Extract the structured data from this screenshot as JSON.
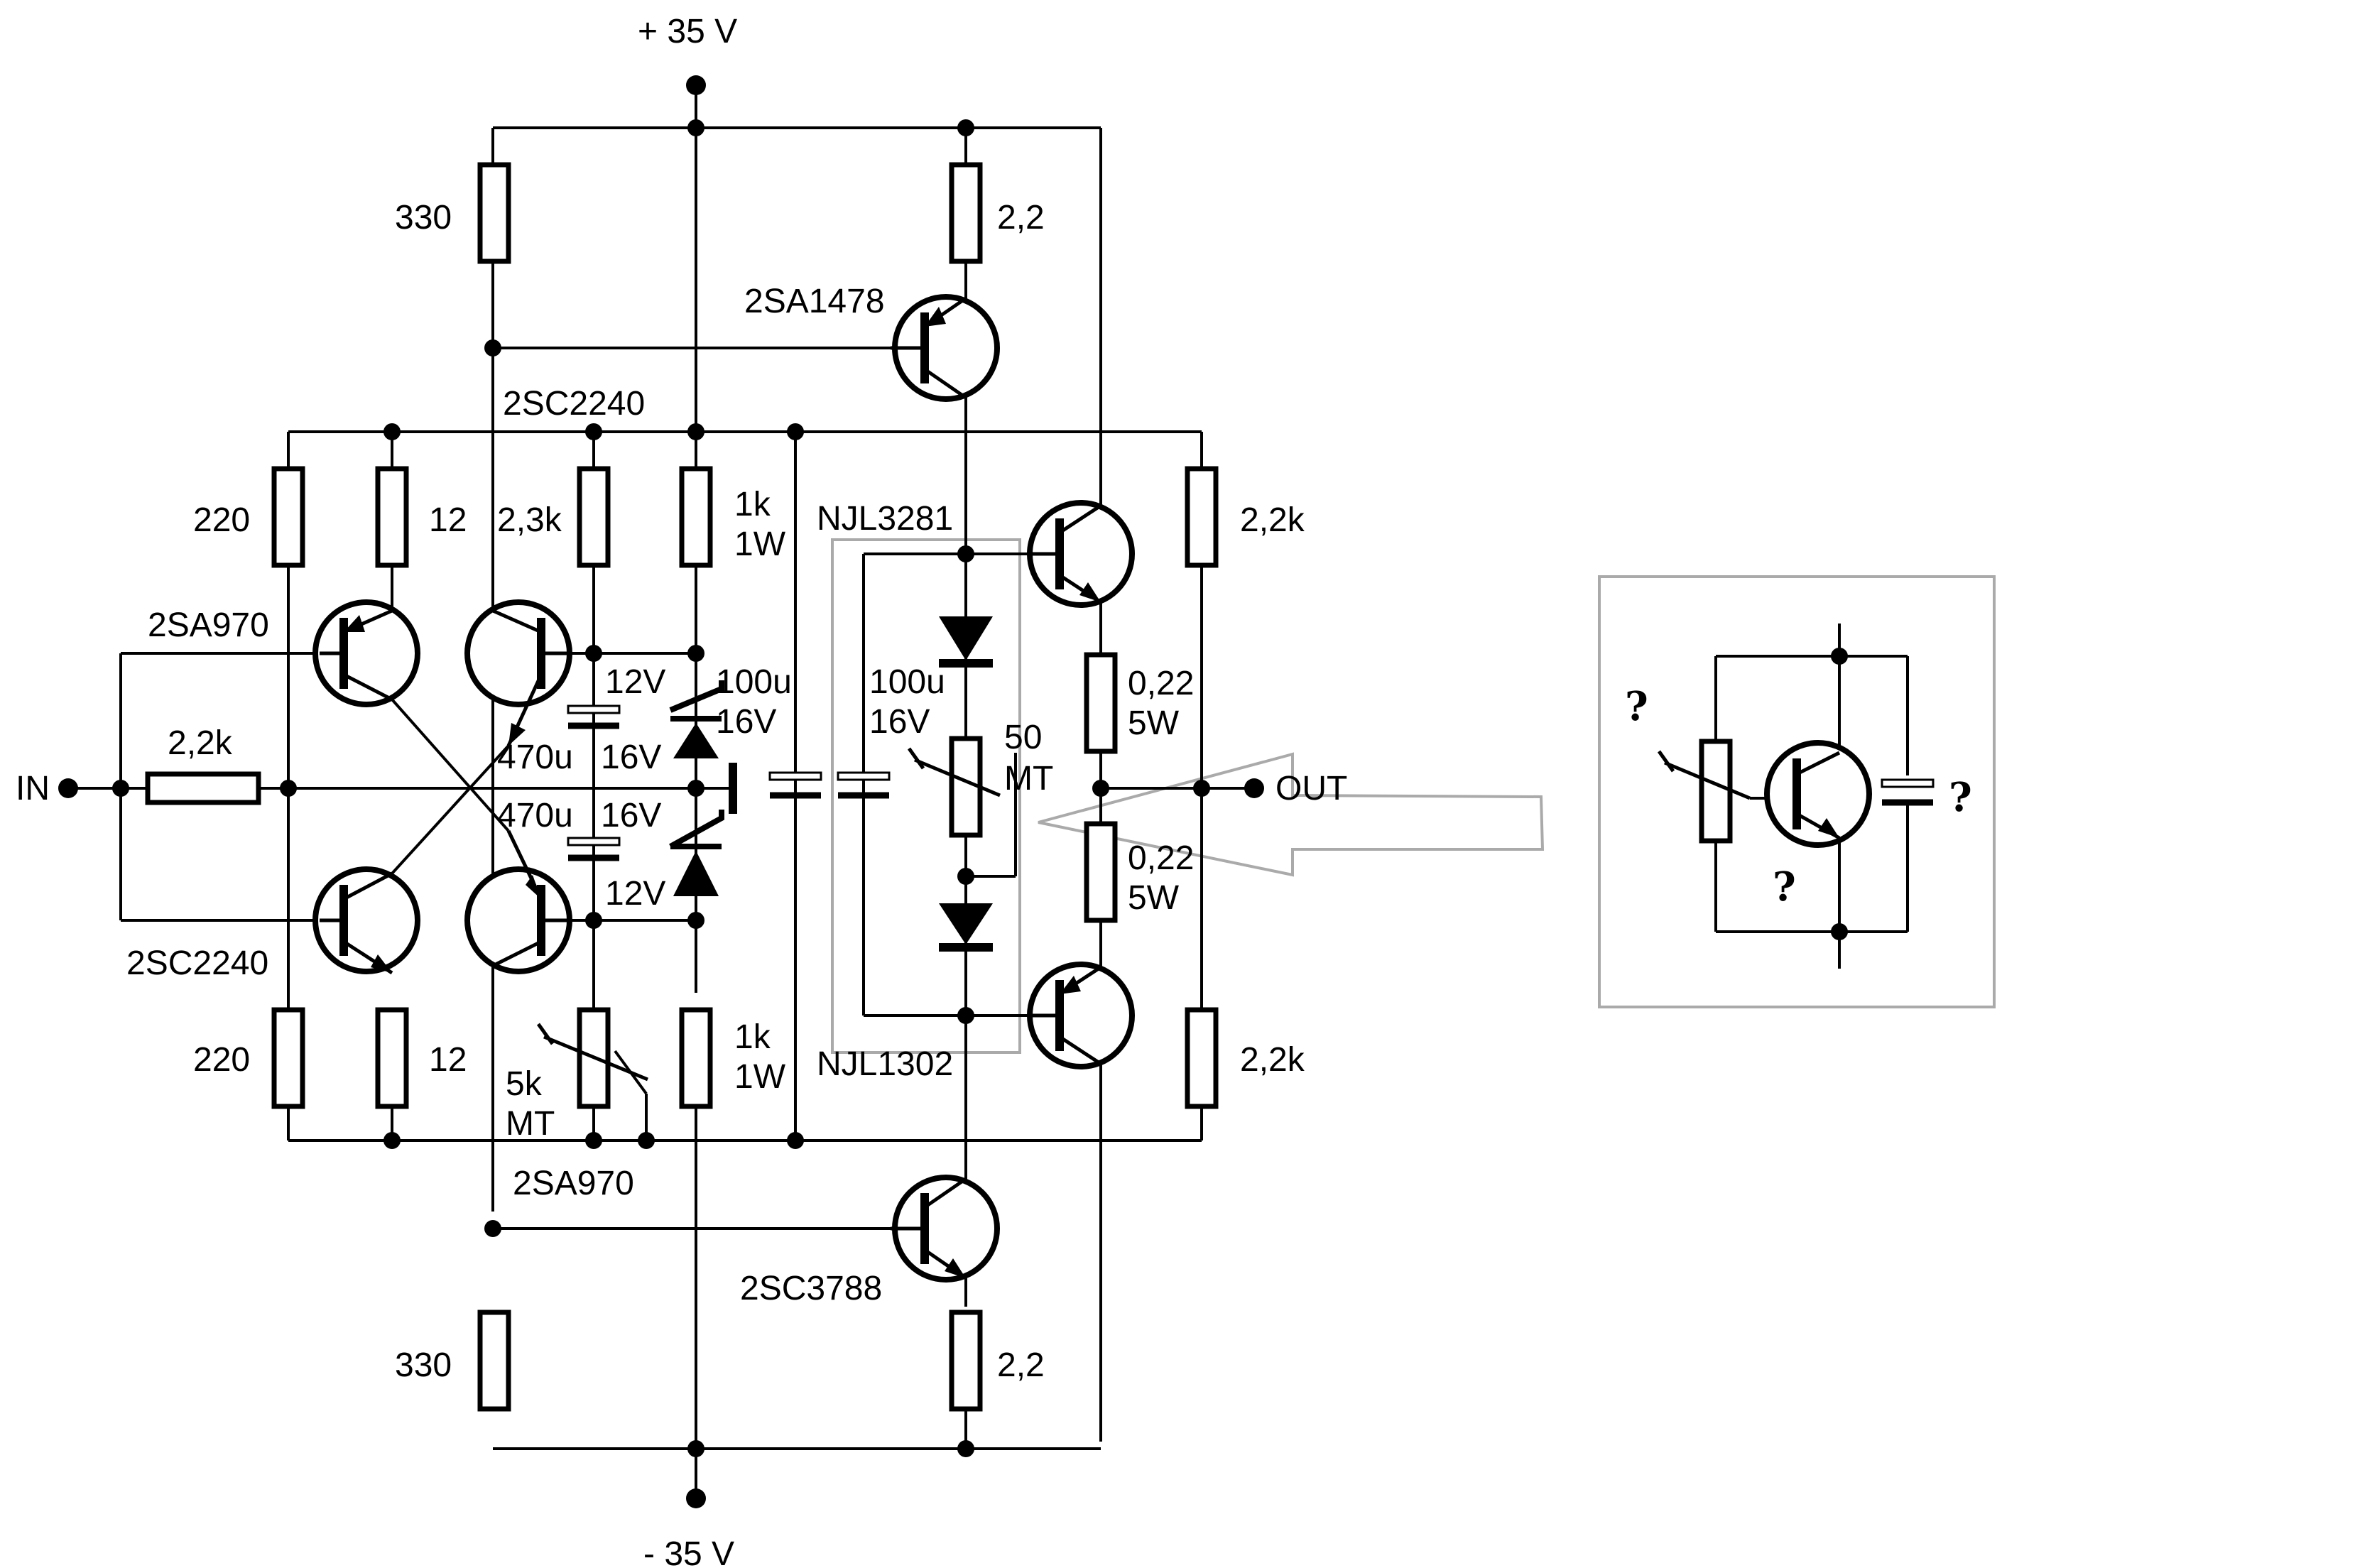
{
  "rails": {
    "positive": "+ 35 V",
    "negative": "- 35 V"
  },
  "ports": {
    "input": "IN",
    "output": "OUT"
  },
  "transistors": {
    "driver_pnp": "2SA1478",
    "driver_npn": "2SC3788",
    "out_npn": "NJL3281",
    "out_pnp": "NJL1302",
    "in_pnp_left": "2SA970",
    "in_npn_left": "2SC2240",
    "vas_npn": "2SC2240",
    "vas_pnp": "2SA970"
  },
  "resistors": {
    "r330_top": "330",
    "r330_bot": "330",
    "r22_top": "2,2",
    "r22_bot": "2,2",
    "r220_top": "220",
    "r220_bot": "220",
    "r12_top": "12",
    "r12_bot": "12",
    "r2k3": "2,3k",
    "r1k_top": [
      "1k",
      "1W"
    ],
    "r1k_bot": [
      "1k",
      "1W"
    ],
    "r2k2_in": "2,2k",
    "r2k2_right_top": "2,2k",
    "r2k2_right_bot": "2,2k",
    "re_top": [
      "0,22",
      "5W"
    ],
    "re_bot": [
      "0,22",
      "5W"
    ]
  },
  "trimmers": {
    "bias": [
      "50",
      "MT"
    ],
    "offset": [
      "5k",
      "MT"
    ]
  },
  "capacitors": {
    "c100u_left": [
      "100u",
      "16V"
    ],
    "c100u_right": [
      "100u",
      "16V"
    ],
    "c470u_top": [
      "470u",
      "16V"
    ],
    "c470u_bot": [
      "470u",
      "16V"
    ]
  },
  "zeners": {
    "z_top": "12V",
    "z_bot": "12V"
  },
  "inset": {
    "q_resistor": "?",
    "q_transistor": "?",
    "q_capacitor": "?"
  },
  "colors": {
    "ink": "#000000",
    "highlight_box": "#aaaaaa"
  }
}
